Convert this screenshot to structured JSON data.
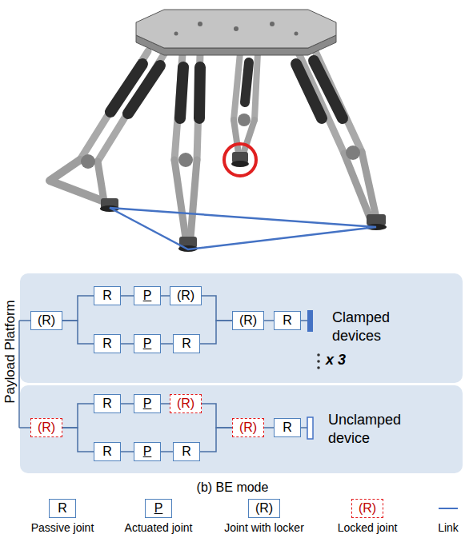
{
  "diagram": {
    "caption": "(b) BE mode",
    "nodes": [
      {
        "text": [
          "Clamped devices"
        ]
      },
      {
        "text": [
          "(R)"
        ],
        "in": 0
      },
      {
        "text": [
          "R"
        ],
        "in": 0
      },
      {
        "text": [
          "P"
        ],
        "in": 0
      },
      {
        "text": [
          "(R)"
        ],
        "in": 0
      },
      {
        "text": [
          "R"
        ],
        "in": 0
      },
      {
        "text": [
          "P"
        ],
        "in": 0
      },
      {
        "text": [
          "R"
        ],
        "in": 0
      },
      {
        "text": [
          "(R)"
        ],
        "in": 0
      },
      {
        "text": [
          "R"
        ],
        "in": 0
      },
      {
        "text": [
          "Unclamped device"
        ]
      },
      {
        "text": [
          "(R)"
        ],
        "in": 10
      },
      {
        "text": [
          "R"
        ],
        "in": 10
      },
      {
        "text": [
          "P"
        ],
        "in": 10
      },
      {
        "text": [
          "(R)"
        ],
        "in": 10
      },
      {
        "text": [
          "R"
        ],
        "in": 10
      },
      {
        "text": [
          "P"
        ],
        "in": 10
      },
      {
        "text": [
          "R"
        ],
        "in": 10
      },
      {
        "text": [
          "(R)"
        ],
        "in": 10
      },
      {
        "text": [
          "R"
        ],
        "in": 10
      }
    ],
    "edges": [
      {
        "from": 1,
        "to": 2,
        "arrow": "none"
      },
      {
        "from": 1,
        "to": 5,
        "arrow": "none"
      },
      {
        "from": 2,
        "to": 3,
        "arrow": "none"
      },
      {
        "from": 3,
        "to": 4,
        "arrow": "none"
      },
      {
        "from": 5,
        "to": 6,
        "arrow": "none"
      },
      {
        "from": 6,
        "to": 7,
        "arrow": "none"
      },
      {
        "from": 4,
        "to": 8,
        "arrow": "none"
      },
      {
        "from": 7,
        "to": 8,
        "arrow": "none"
      },
      {
        "from": 8,
        "to": 9,
        "arrow": "none"
      },
      {
        "from": 11,
        "to": 12,
        "arrow": "none"
      },
      {
        "from": 11,
        "to": 15,
        "arrow": "none"
      },
      {
        "from": 12,
        "to": 13,
        "arrow": "none"
      },
      {
        "from": 13,
        "to": 14,
        "arrow": "none"
      },
      {
        "from": 15,
        "to": 16,
        "arrow": "none"
      },
      {
        "from": 16,
        "to": 17,
        "arrow": "none"
      },
      {
        "from": 14,
        "to": 18,
        "arrow": "none"
      },
      {
        "from": 17,
        "to": 18,
        "arrow": "none"
      },
      {
        "from": 18,
        "to": 19,
        "arrow": "none"
      }
    ],
    "labels": [
      "Payload Platform",
      "x 3",
      "R",
      "P",
      "(R)",
      "(R)"
    ],
    "legend": [
      {
        "text": "Passive joint"
      },
      {
        "text": "Actuated joint"
      },
      {
        "text": "Joint with locker"
      },
      {
        "text": "Locked joint"
      },
      {
        "text": "Link"
      }
    ]
  }
}
